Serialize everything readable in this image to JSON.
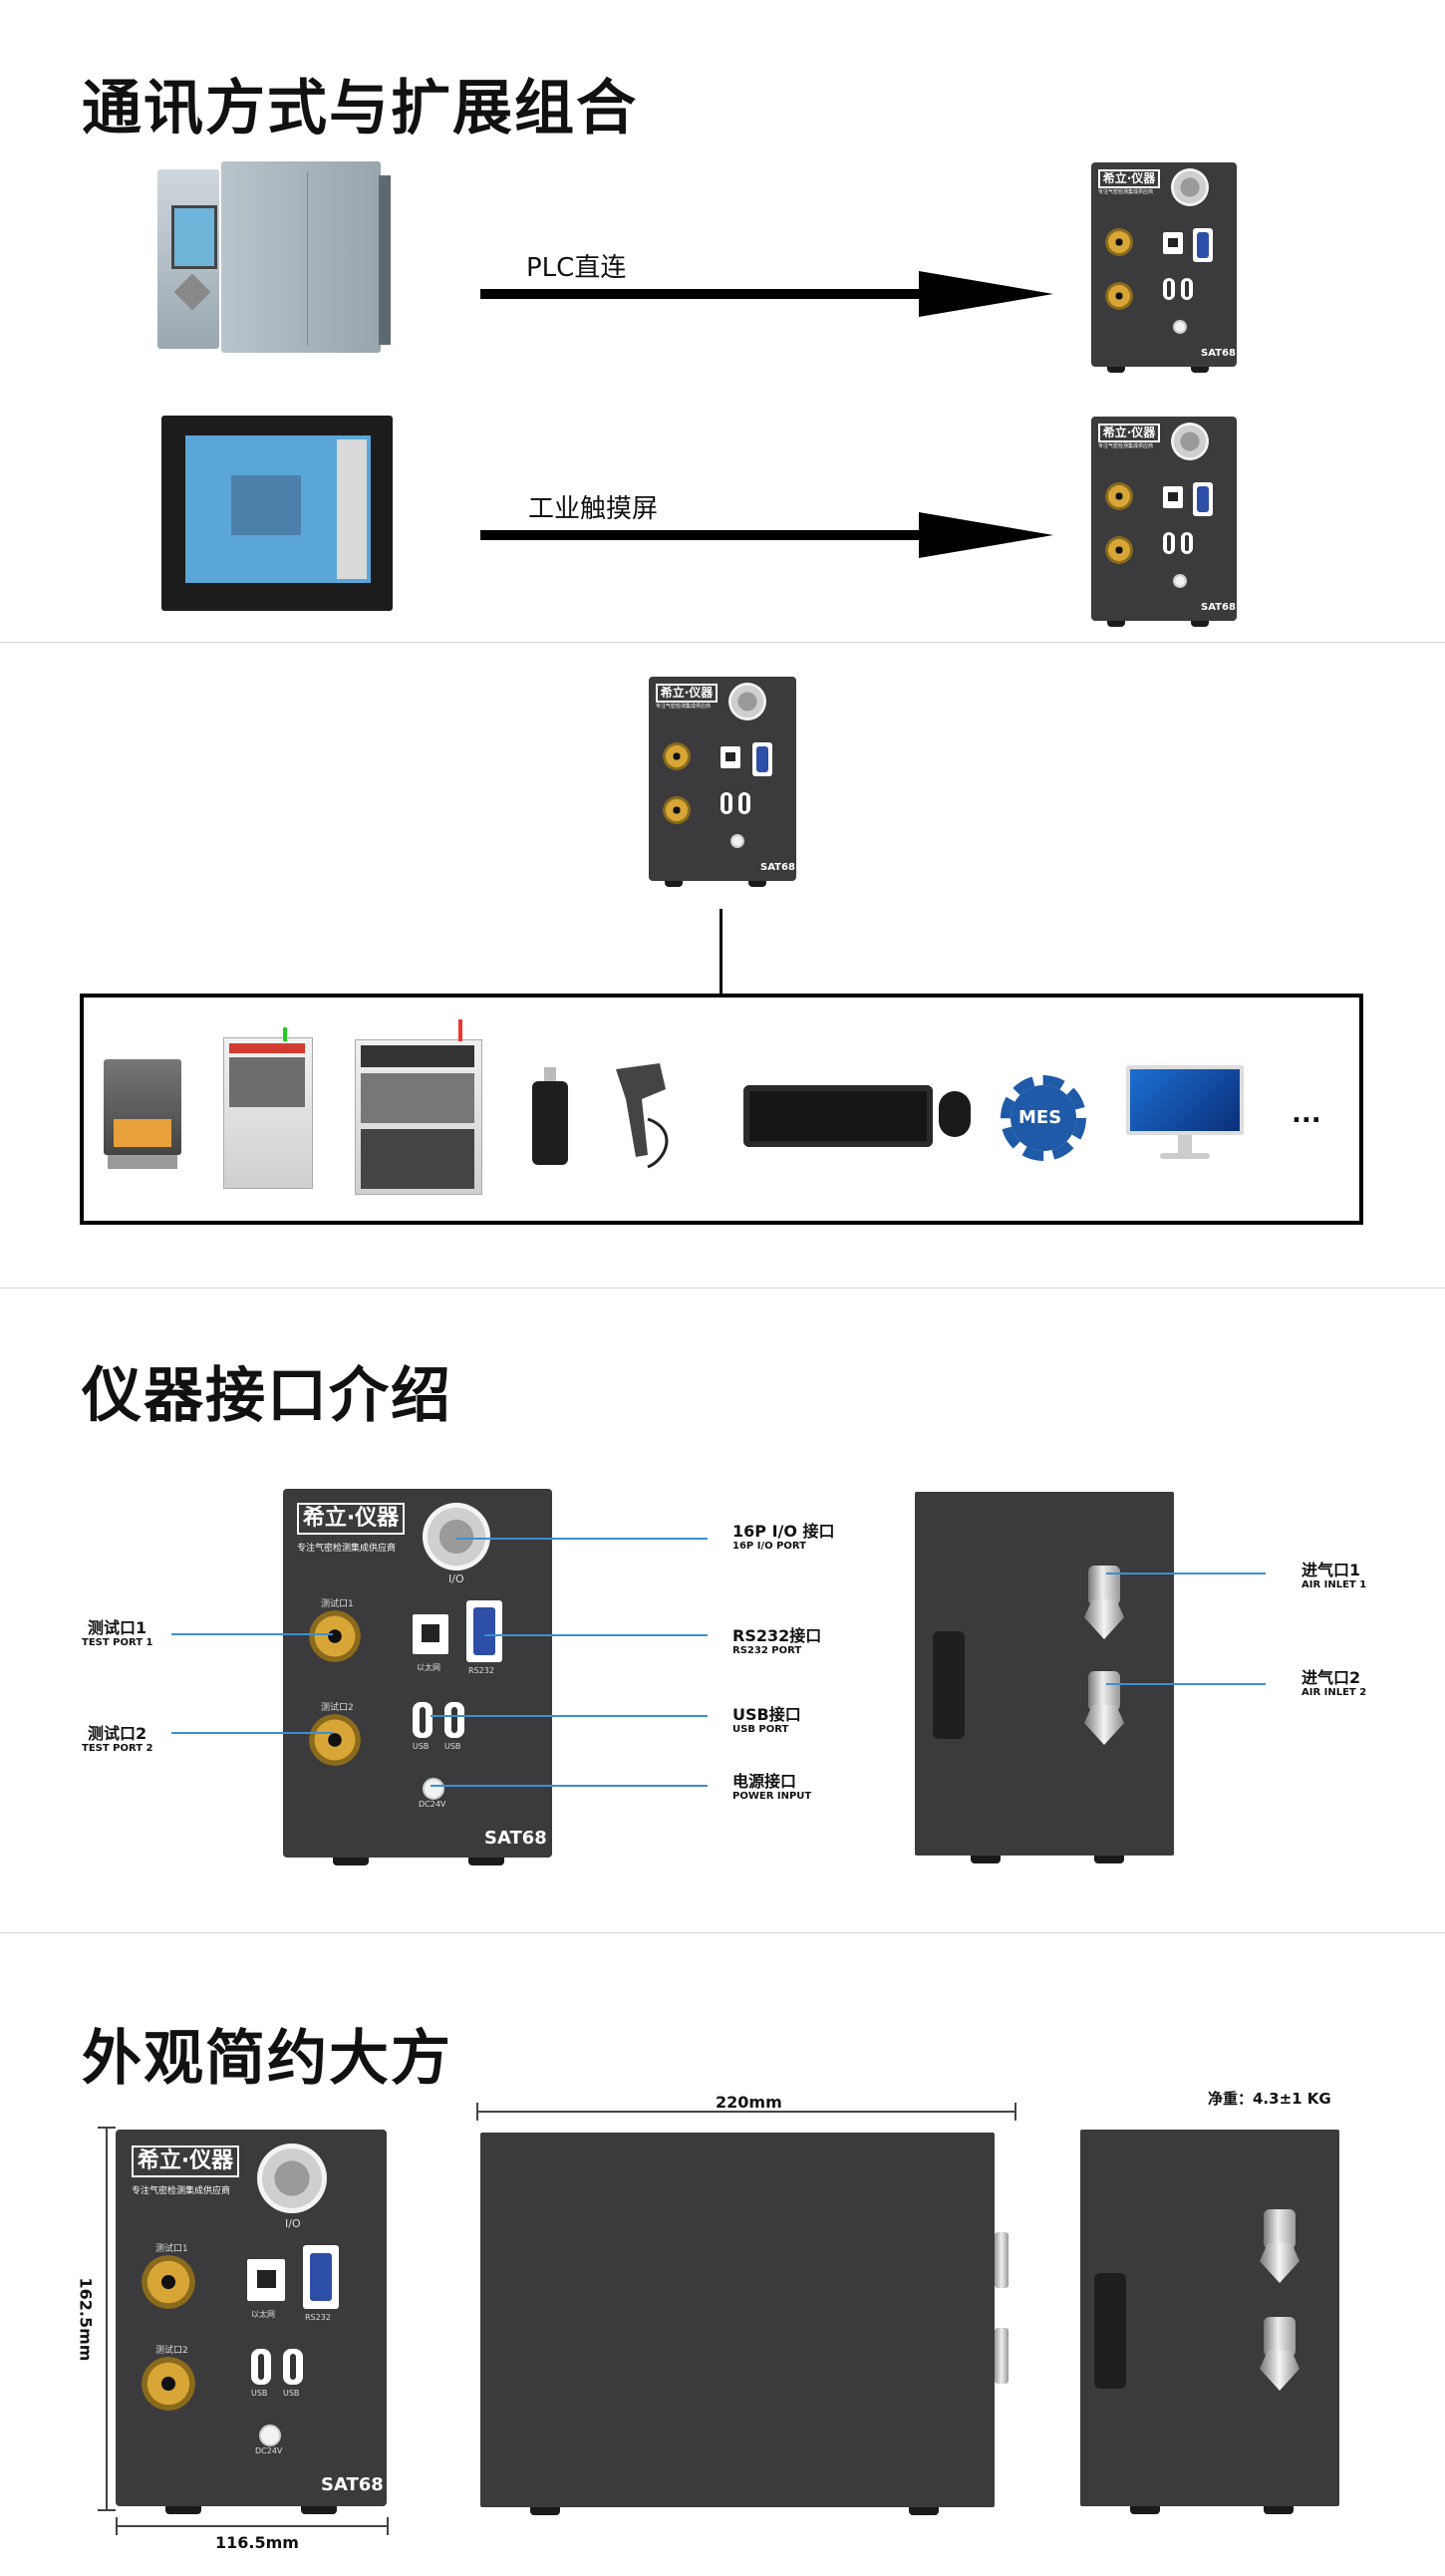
{
  "section1": {
    "title": "通讯方式与扩展组合",
    "rows": [
      {
        "label": "PLC直连",
        "source": "plc-icon"
      },
      {
        "label": "工业触摸屏",
        "source": "touchscreen-icon"
      }
    ]
  },
  "device": {
    "brand": "希立·仪器",
    "tagline": "专注气密检测集成供应商",
    "model": "SAT68",
    "io_label": "I/O",
    "port1_label": "测试口1",
    "port2_label": "测试口2",
    "rj45_label": "以太网",
    "rs232_label": "RS232",
    "usb_label": "USB",
    "dc_label": "DC24V"
  },
  "expansion": {
    "items": [
      "test-machine-icon",
      "cabinet-machine-icon",
      "multi-station-machine-icon",
      "usb-drive-icon",
      "barcode-scanner-icon",
      "keyboard-mouse-icon",
      "mes-icon",
      "monitor-icon"
    ],
    "more": "..."
  },
  "section2": {
    "title": "仪器接口介绍",
    "left_callouts": [
      {
        "title": "测试口1",
        "sub": "TEST PORT 1"
      },
      {
        "title": "测试口2",
        "sub": "TEST PORT 2"
      }
    ],
    "right_callouts": [
      {
        "title": "16P I/O 接口",
        "sub": "16P I/O PORT"
      },
      {
        "title": "RS232接口",
        "sub": "RS232 PORT"
      },
      {
        "title": "USB接口",
        "sub": "USB PORT"
      },
      {
        "title": "电源接口",
        "sub": "POWER INPUT"
      }
    ],
    "side_callouts": [
      {
        "title": "进气口1",
        "sub": "AIR INLET 1"
      },
      {
        "title": "进气口2",
        "sub": "AIR INLET 2"
      }
    ]
  },
  "section3": {
    "title": "外观简约大方",
    "height_dim": "162.5mm",
    "width_dim": "116.5mm",
    "depth_dim": "220mm",
    "weight": "净重：4.3±1 KG"
  },
  "colors": {
    "callout_line": "#3b8fd0",
    "device_body": "#3b3b3d",
    "port_gold": "#d7a636"
  }
}
